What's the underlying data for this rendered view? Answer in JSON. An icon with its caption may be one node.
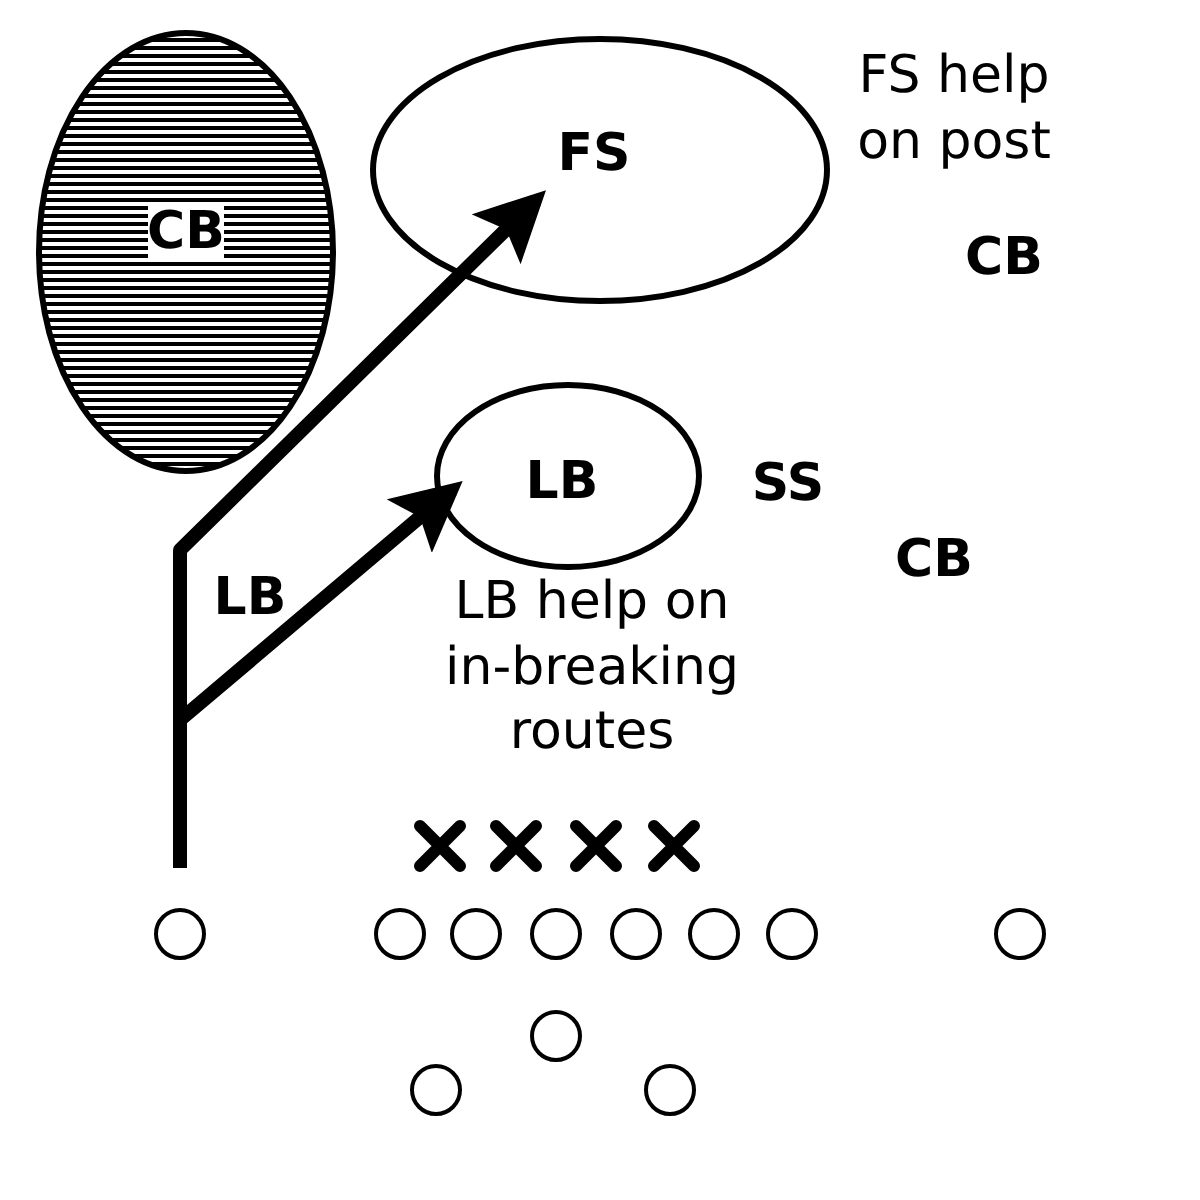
{
  "diagram": {
    "nodes": [
      {
        "text": [
          "CB"
        ]
      },
      {
        "text": [
          "FS"
        ]
      },
      {
        "text": [
          "LB"
        ]
      },
      {
        "text": [],
        "shape": "cross"
      },
      {
        "text": [],
        "shape": "cross"
      },
      {
        "text": [],
        "shape": "cross"
      },
      {
        "text": [],
        "shape": "cross"
      },
      {
        "text": [],
        "shape": "circle"
      },
      {
        "text": [],
        "shape": "circle"
      },
      {
        "text": [],
        "shape": "circle"
      },
      {
        "text": [],
        "shape": "circle"
      },
      {
        "text": [],
        "shape": "circle"
      },
      {
        "text": [],
        "shape": "circle"
      },
      {
        "text": [],
        "shape": "circle"
      },
      {
        "text": [],
        "shape": "circle"
      },
      {
        "text": [],
        "shape": "circle"
      },
      {
        "text": [],
        "shape": "circle"
      },
      {
        "text": [],
        "shape": "circle"
      }
    ],
    "edges": [
      {
        "from": 7,
        "to": 1,
        "arrow": "to"
      },
      {
        "from": 7,
        "to": 2,
        "arrow": "to"
      }
    ],
    "labels": [
      "FS help on post",
      "CB",
      "LB",
      "SS",
      "CB",
      "LB help on in-breaking routes"
    ]
  }
}
